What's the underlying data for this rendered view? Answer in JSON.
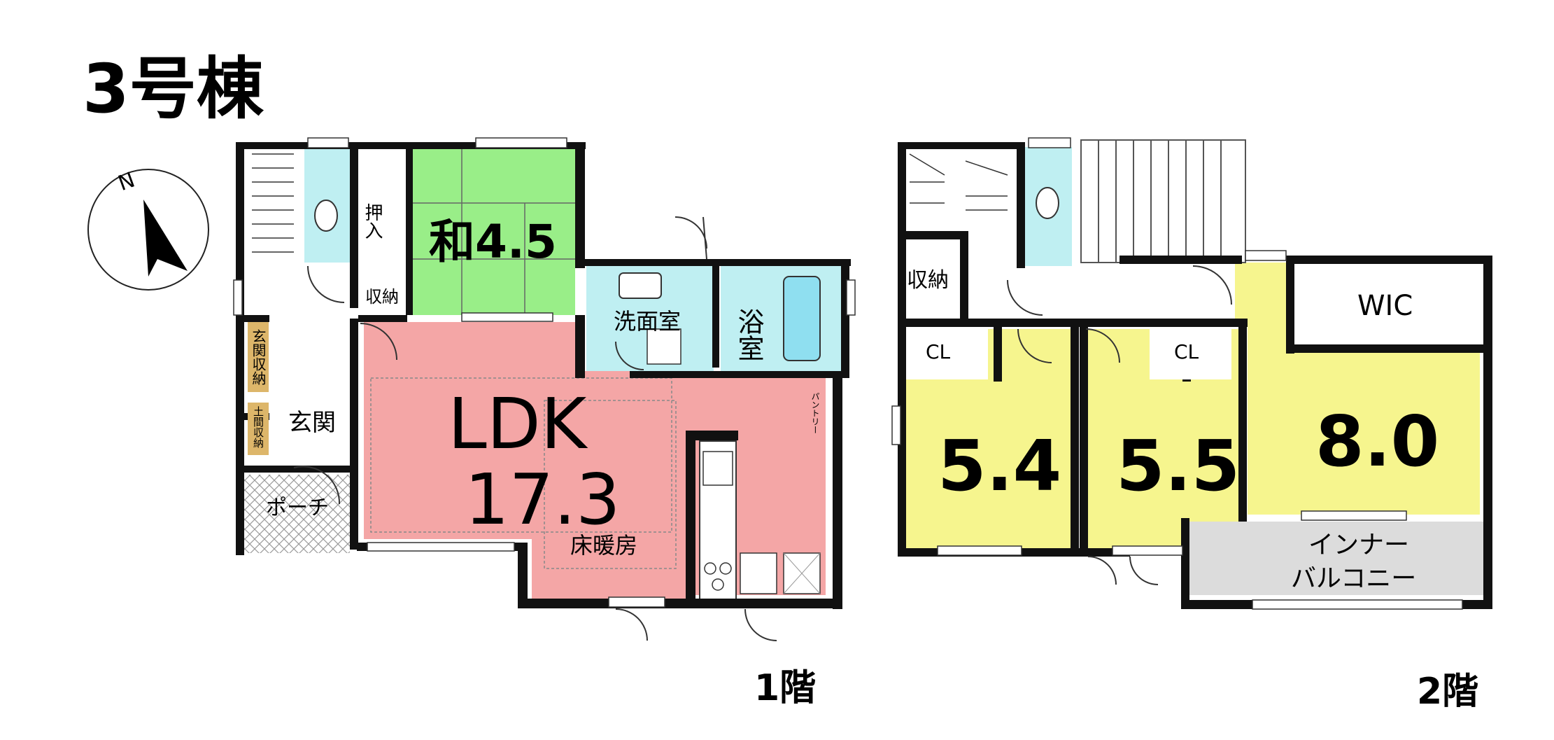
{
  "title": "3号棟",
  "compass": {
    "label": "N"
  },
  "floor1": {
    "label": "1階",
    "rooms": {
      "washitsu": "和4.5",
      "oshiire": "押入",
      "shuno_small": "収納",
      "senmenshitsu": "洗面室",
      "yokushitsu": "浴室",
      "ldk": "LDK",
      "ldk_size": "17.3",
      "yukadanbo": "床暖房",
      "pantry": "パントリー",
      "genkan": "玄関",
      "genkan_shuno": "玄関収納",
      "doma_shuno": "土間収納",
      "porch": "ポーチ"
    }
  },
  "floor2": {
    "label": "2階",
    "rooms": {
      "shuno": "収納",
      "cl_1": "CL",
      "cl_2": "CL",
      "wic": "WIC",
      "room_a": "5.4",
      "room_b": "5.5",
      "room_c": "8.0",
      "inner_balcony_1": "インナー",
      "inner_balcony_2": "バルコニー"
    }
  },
  "colors": {
    "wall": "#111111",
    "washitsu": "#99ee88",
    "ldk": "#f4a6a6",
    "water": "#bfeff2",
    "bedroom": "#f6f58e",
    "balcony": "#dcdcdc",
    "porch": "#e4e4e4",
    "shuno_tag": "#ddb66a"
  }
}
